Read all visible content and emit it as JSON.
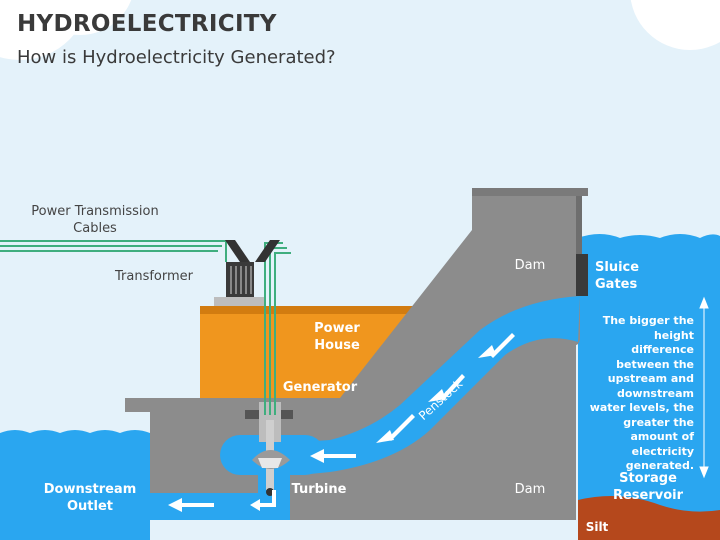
{
  "header": {
    "title": "HYDROELECTRICITY",
    "subtitle": "How is Hydroelectricity Generated?"
  },
  "labels": {
    "power_cables": "Power Transmission Cables",
    "transformer": "Transformer",
    "power_house": "Power House",
    "generator": "Generator",
    "penstock": "Penstock",
    "turbine": "Turbine",
    "downstream_outlet": "Downstream Outlet",
    "dam_top": "Dam",
    "dam_bottom": "Dam",
    "sluice_gates": "Sluice Gates",
    "storage_reservoir": "Storage Reservoir",
    "silt": "Silt",
    "note": "The bigger the height difference between the upstream and downstream water levels, the greater the amount of electricity generated."
  },
  "colors": {
    "water": "#2aa6f0",
    "sky": "#e4f2fa",
    "dam": "#8c8c8c",
    "power_house": "#f0961e",
    "silt": "#b5481c",
    "cables": "#3fae7e"
  }
}
